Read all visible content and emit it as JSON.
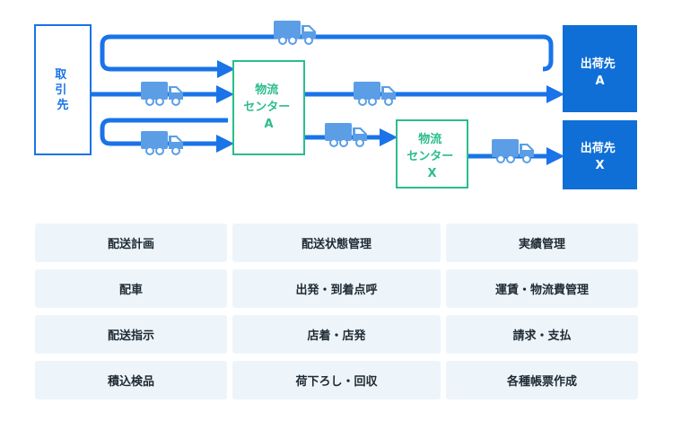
{
  "diagram": {
    "source": {
      "label": "取引先"
    },
    "center_a": {
      "lines": [
        "物流",
        "センター",
        "A"
      ]
    },
    "center_x": {
      "lines": [
        "物流",
        "センター",
        "X"
      ]
    },
    "dest_a": {
      "lines": [
        "出荷先",
        "A"
      ]
    },
    "dest_x": {
      "lines": [
        "出荷先",
        "X"
      ]
    }
  },
  "colors": {
    "flow_blue": "#1a73e8",
    "dest_fill": "#0f6fd6",
    "center_green": "#2bbd8a",
    "truck_blue": "#5b9ee6",
    "cell_bg": "#edf5fb"
  },
  "icons": [
    "truck-icon"
  ],
  "functions": [
    "配送計画",
    "配送状態管理",
    "実績管理",
    "配車",
    "出発・到着点呼",
    "運賃・物流費管理",
    "配送指示",
    "店着・店発",
    "請求・支払",
    "積込検品",
    "荷下ろし・回収",
    "各種帳票作成"
  ]
}
